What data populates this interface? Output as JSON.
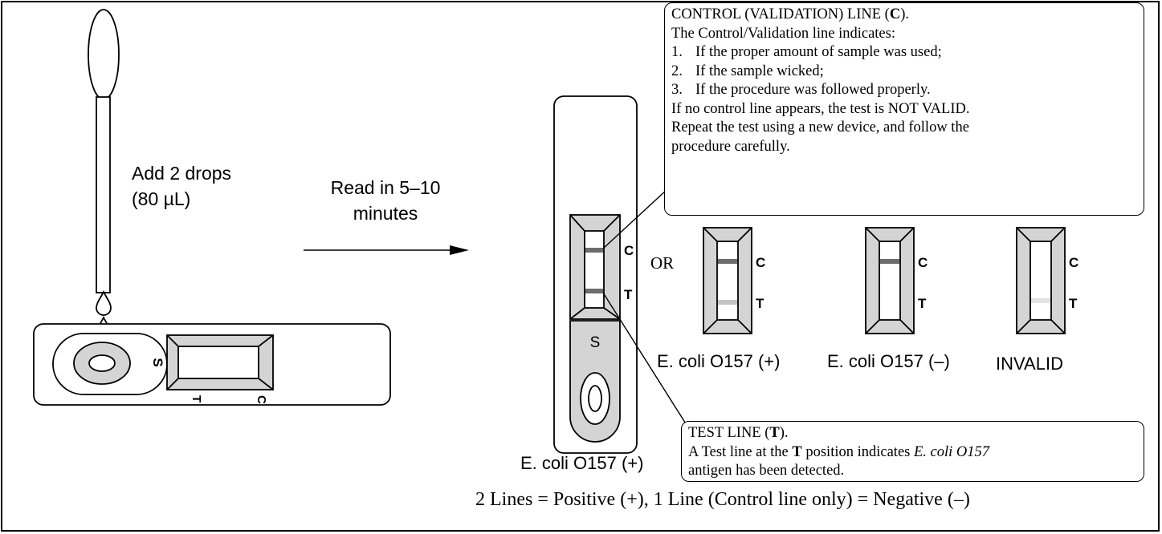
{
  "step_add_line1": "Add 2 drops",
  "step_add_line2": "(80 µL)",
  "step_read_line1": "Read in 5–10",
  "step_read_line2": "minutes",
  "cassette_labels": {
    "sample": "S",
    "test": "T",
    "control": "C"
  },
  "or_label": "OR",
  "control_callout": {
    "title_prefix": "CONTROL (VALIDATION) LINE (",
    "title_letter": "C",
    "title_suffix": ").",
    "intro": "The Control/Validation line indicates:",
    "items": [
      {
        "num": "1.",
        "text": "If the proper amount of sample was used;"
      },
      {
        "num": "2.",
        "text": "If the sample wicked;"
      },
      {
        "num": "3.",
        "text": "If the procedure was followed properly."
      }
    ],
    "warning": "If no control line appears, the test is NOT VALID.",
    "repeat_line1": "Repeat the test using a new device, and follow the",
    "repeat_line2": "procedure carefully."
  },
  "test_callout": {
    "title_prefix": "TEST LINE (",
    "title_letter": "T",
    "title_suffix": ").",
    "line1_a": "A Test line at the ",
    "line1_b": "T",
    "line1_c": " position indicates ",
    "line1_d": "E. coli O157",
    "line2": "antigen has been detected."
  },
  "result_labels": {
    "main_positive": "E. coli O157 (+)",
    "positive": "E. coli O157 (+)",
    "negative": "E. coli O157 (–)",
    "invalid": "INVALID"
  },
  "summary": "2 Lines = Positive (+), 1 Line (Control line only) = Negative (–)",
  "colors": {
    "line_dark": "#6d6d6d",
    "line_faint": "#c4c4c4",
    "frame_gray": "#d4d4d4"
  }
}
